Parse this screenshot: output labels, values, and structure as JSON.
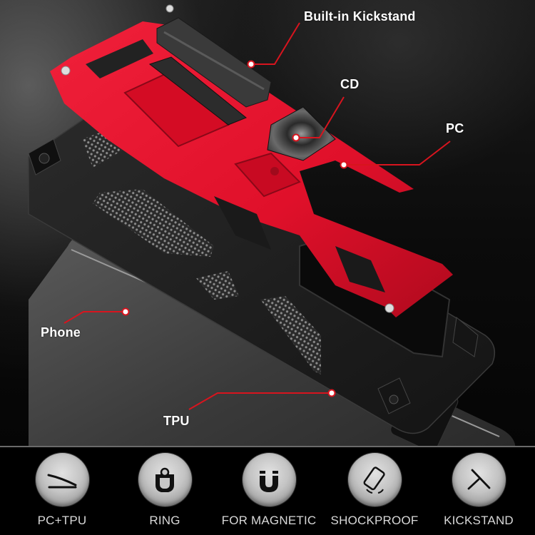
{
  "hero": {
    "callouts": [
      {
        "id": "kickstand",
        "label": "Built-in Kickstand"
      },
      {
        "id": "cd",
        "label": "CD"
      },
      {
        "id": "pc",
        "label": "PC"
      },
      {
        "id": "phone",
        "label": "Phone"
      },
      {
        "id": "tpu",
        "label": "TPU"
      }
    ],
    "colors": {
      "accent_red": "#e8112d",
      "callout_line": "#d8141e",
      "case_black": "#1c1c1c"
    }
  },
  "features": [
    {
      "label": "PC+TPU",
      "icon": "layers-curve-icon"
    },
    {
      "label": "RING",
      "icon": "ring-holder-icon"
    },
    {
      "label": "FOR MAGNETIC",
      "icon": "magnet-icon"
    },
    {
      "label": "SHOCKPROOF",
      "icon": "shockproof-phone-icon"
    },
    {
      "label": "KICKSTAND",
      "icon": "kickstand-icon"
    }
  ]
}
